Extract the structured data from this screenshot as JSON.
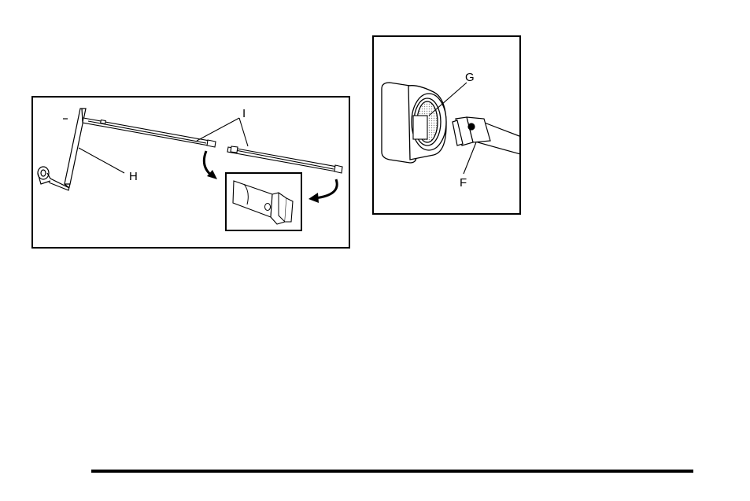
{
  "figures": {
    "left": {
      "callouts": {
        "h": "H",
        "i": "I"
      }
    },
    "right": {
      "callouts": {
        "g": "G",
        "f": "F"
      }
    }
  }
}
